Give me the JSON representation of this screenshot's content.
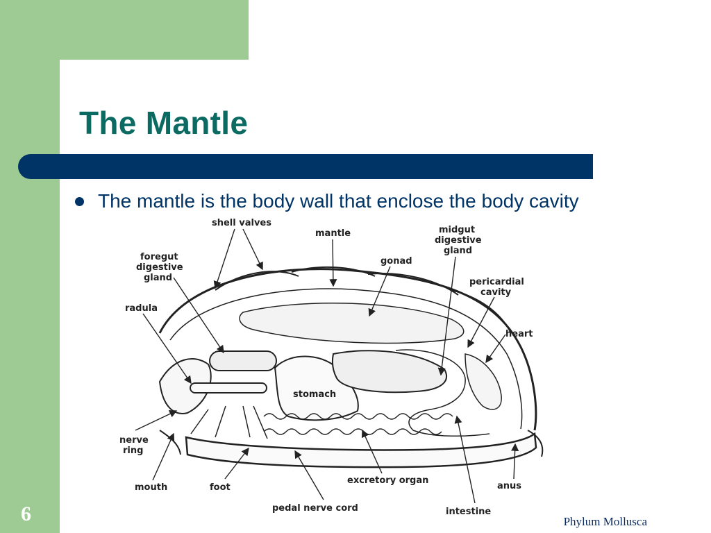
{
  "slide": {
    "title": "The Mantle",
    "bullet": "The mantle is the body wall that enclose the body cavity",
    "number": "6",
    "footer": "Phylum Mollusca"
  },
  "diagram": {
    "labels": {
      "shell_valves": "shell valves",
      "mantle": "mantle",
      "midgut_1": "midgut",
      "midgut_2": "digestive",
      "midgut_3": "gland",
      "foregut_1": "foregut",
      "foregut_2": "digestive",
      "foregut_3": "gland",
      "gonad": "gonad",
      "pericardial_1": "pericardial",
      "pericardial_2": "cavity",
      "radula": "radula",
      "heart": "heart",
      "stomach": "stomach",
      "nerve_ring_1": "nerve",
      "nerve_ring_2": "ring",
      "mouth": "mouth",
      "foot": "foot",
      "excretory_organ": "excretory organ",
      "anus": "anus",
      "pedal_nerve_cord": "pedal nerve cord",
      "intestine": "intestine"
    }
  },
  "colors": {
    "green": "#9ecb94",
    "title": "#0b6b63",
    "navy": "#003366"
  }
}
